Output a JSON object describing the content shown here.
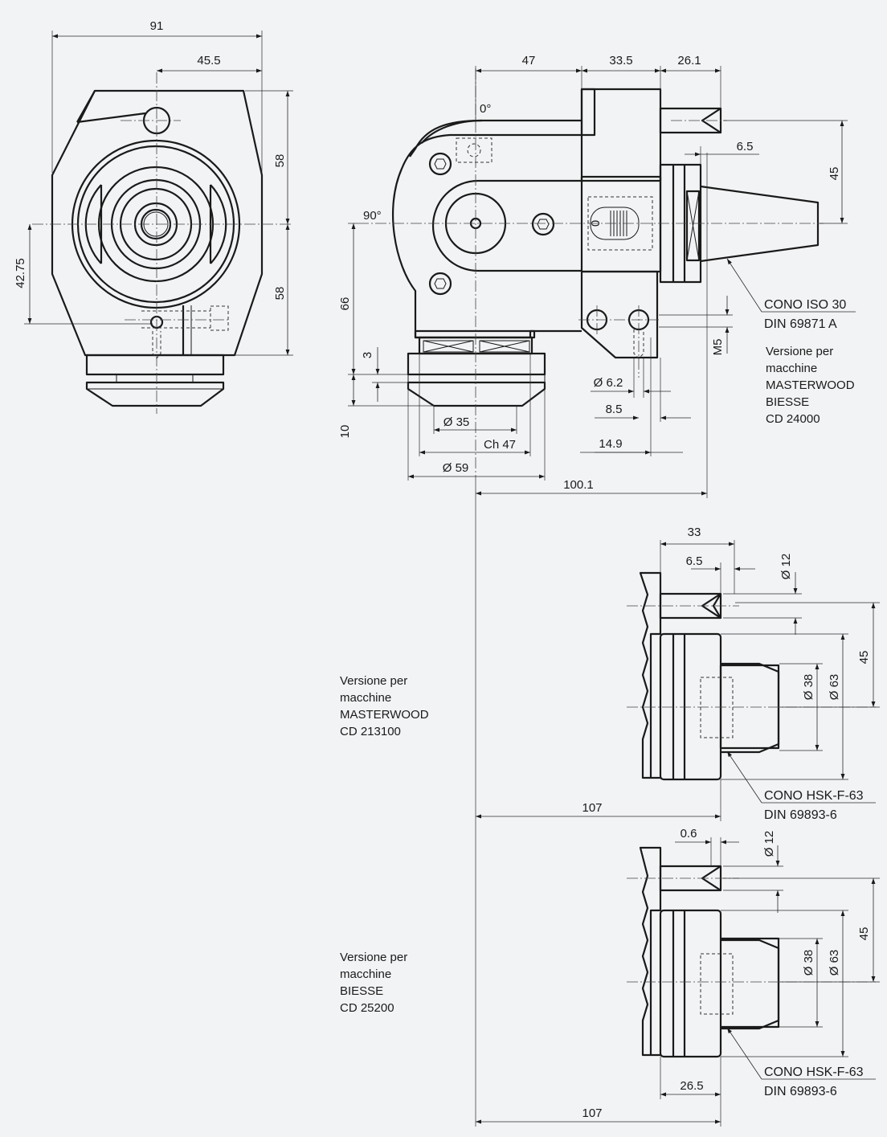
{
  "front_view": {
    "dims": {
      "width_91": "91",
      "half_45_5": "45.5",
      "height_58_top": "58",
      "height_58_bottom": "58",
      "offset_42_75": "42.75"
    }
  },
  "side_view": {
    "angles": {
      "zero": "0°",
      "ninety": "90°"
    },
    "dims": {
      "d47": "47",
      "d33_5": "33.5",
      "d26_1": "26.1",
      "d6_5": "6.5",
      "d45": "45",
      "d66": "66",
      "d3": "3",
      "d10": "10",
      "phi35": "Ø 35",
      "ch47": "Ch 47",
      "phi59": "Ø 59",
      "d100_1": "100.1",
      "phi6_2": "Ø 6.2",
      "d8_5": "8.5",
      "d14_9": "14.9",
      "m5": "M5"
    },
    "cone_label": {
      "line1": "CONO  ISO 30",
      "line2": "DIN 69871 A"
    },
    "version_note": [
      "Versione per",
      "macchine",
      "MASTERWOOD",
      "BIESSE",
      "CD 24000"
    ]
  },
  "detail_masterwood": {
    "dims": {
      "d33": "33",
      "d6_5": "6.5",
      "phi12": "Ø 12",
      "d45": "45",
      "phi38": "Ø 38",
      "phi63": "Ø 63",
      "d107": "107"
    },
    "cone_label": {
      "line1": "CONO  HSK-F-63",
      "line2": "DIN 69893-6"
    },
    "version_note": [
      "Versione per",
      "macchine",
      "MASTERWOOD",
      "CD 213100"
    ]
  },
  "detail_biesse": {
    "dims": {
      "d0_6": "0.6",
      "phi12": "Ø 12",
      "d45": "45",
      "phi38": "Ø 38",
      "phi63": "Ø 63",
      "d26_5": "26.5",
      "d107": "107"
    },
    "cone_label": {
      "line1": "CONO  HSK-F-63",
      "line2": "DIN 69893-6"
    },
    "version_note": [
      "Versione per",
      "macchine",
      "BIESSE",
      "CD 25200"
    ]
  }
}
